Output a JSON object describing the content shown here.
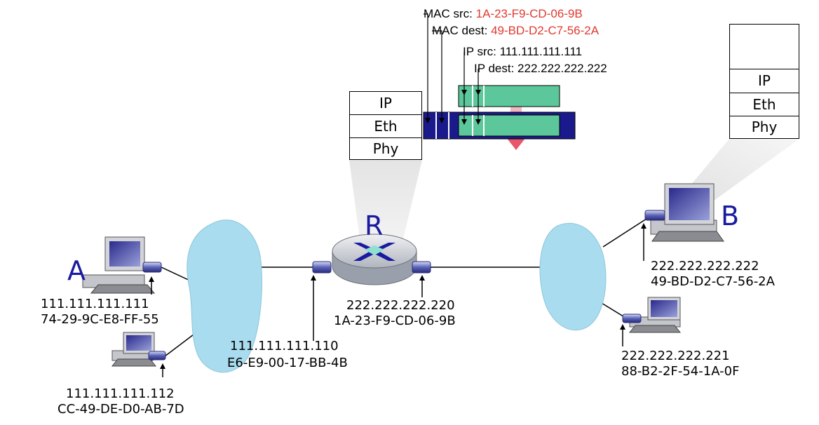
{
  "header": {
    "mac_src_label": "MAC src:",
    "mac_src_value": "1A-23-F9-CD-06-9B",
    "mac_dest_label": "MAC dest:",
    "mac_dest_value": "49-BD-D2-C7-56-2A",
    "ip_src": "IP src: 111.111.111.111",
    "ip_dest": "IP dest: 222.222.222.222"
  },
  "router_stack": {
    "layers": [
      "IP",
      "Eth",
      "Phy"
    ]
  },
  "host_b_stack": {
    "layers": [
      "IP",
      "Eth",
      "Phy"
    ]
  },
  "nodes": {
    "host_a": {
      "name": "A",
      "ip": "111.111.111.111",
      "mac": "74-29-9C-E8-FF-55"
    },
    "host_a2": {
      "ip": "111.111.111.112",
      "mac": "CC-49-DE-D0-AB-7D"
    },
    "router": {
      "name": "R",
      "left_if": {
        "ip": "111.111.111.110",
        "mac": "E6-E9-00-17-BB-4B"
      },
      "right_if": {
        "ip": "222.222.222.220",
        "mac": "1A-23-F9-CD-06-9B"
      }
    },
    "host_b": {
      "name": "B",
      "ip": "222.222.222.222",
      "mac": "49-BD-D2-C7-56-2A"
    },
    "host_b2": {
      "ip": "222.222.222.221",
      "mac": "88-B2-2F-54-1A-0F"
    }
  },
  "colors": {
    "cloud": "#a9dcee",
    "frame_blue": "#1a1a8c",
    "datagram_green": "#5cc79b",
    "highlight_red": "#e0392f",
    "label_blue": "#1a1aa0",
    "router_gray": "#b8bcc4"
  }
}
